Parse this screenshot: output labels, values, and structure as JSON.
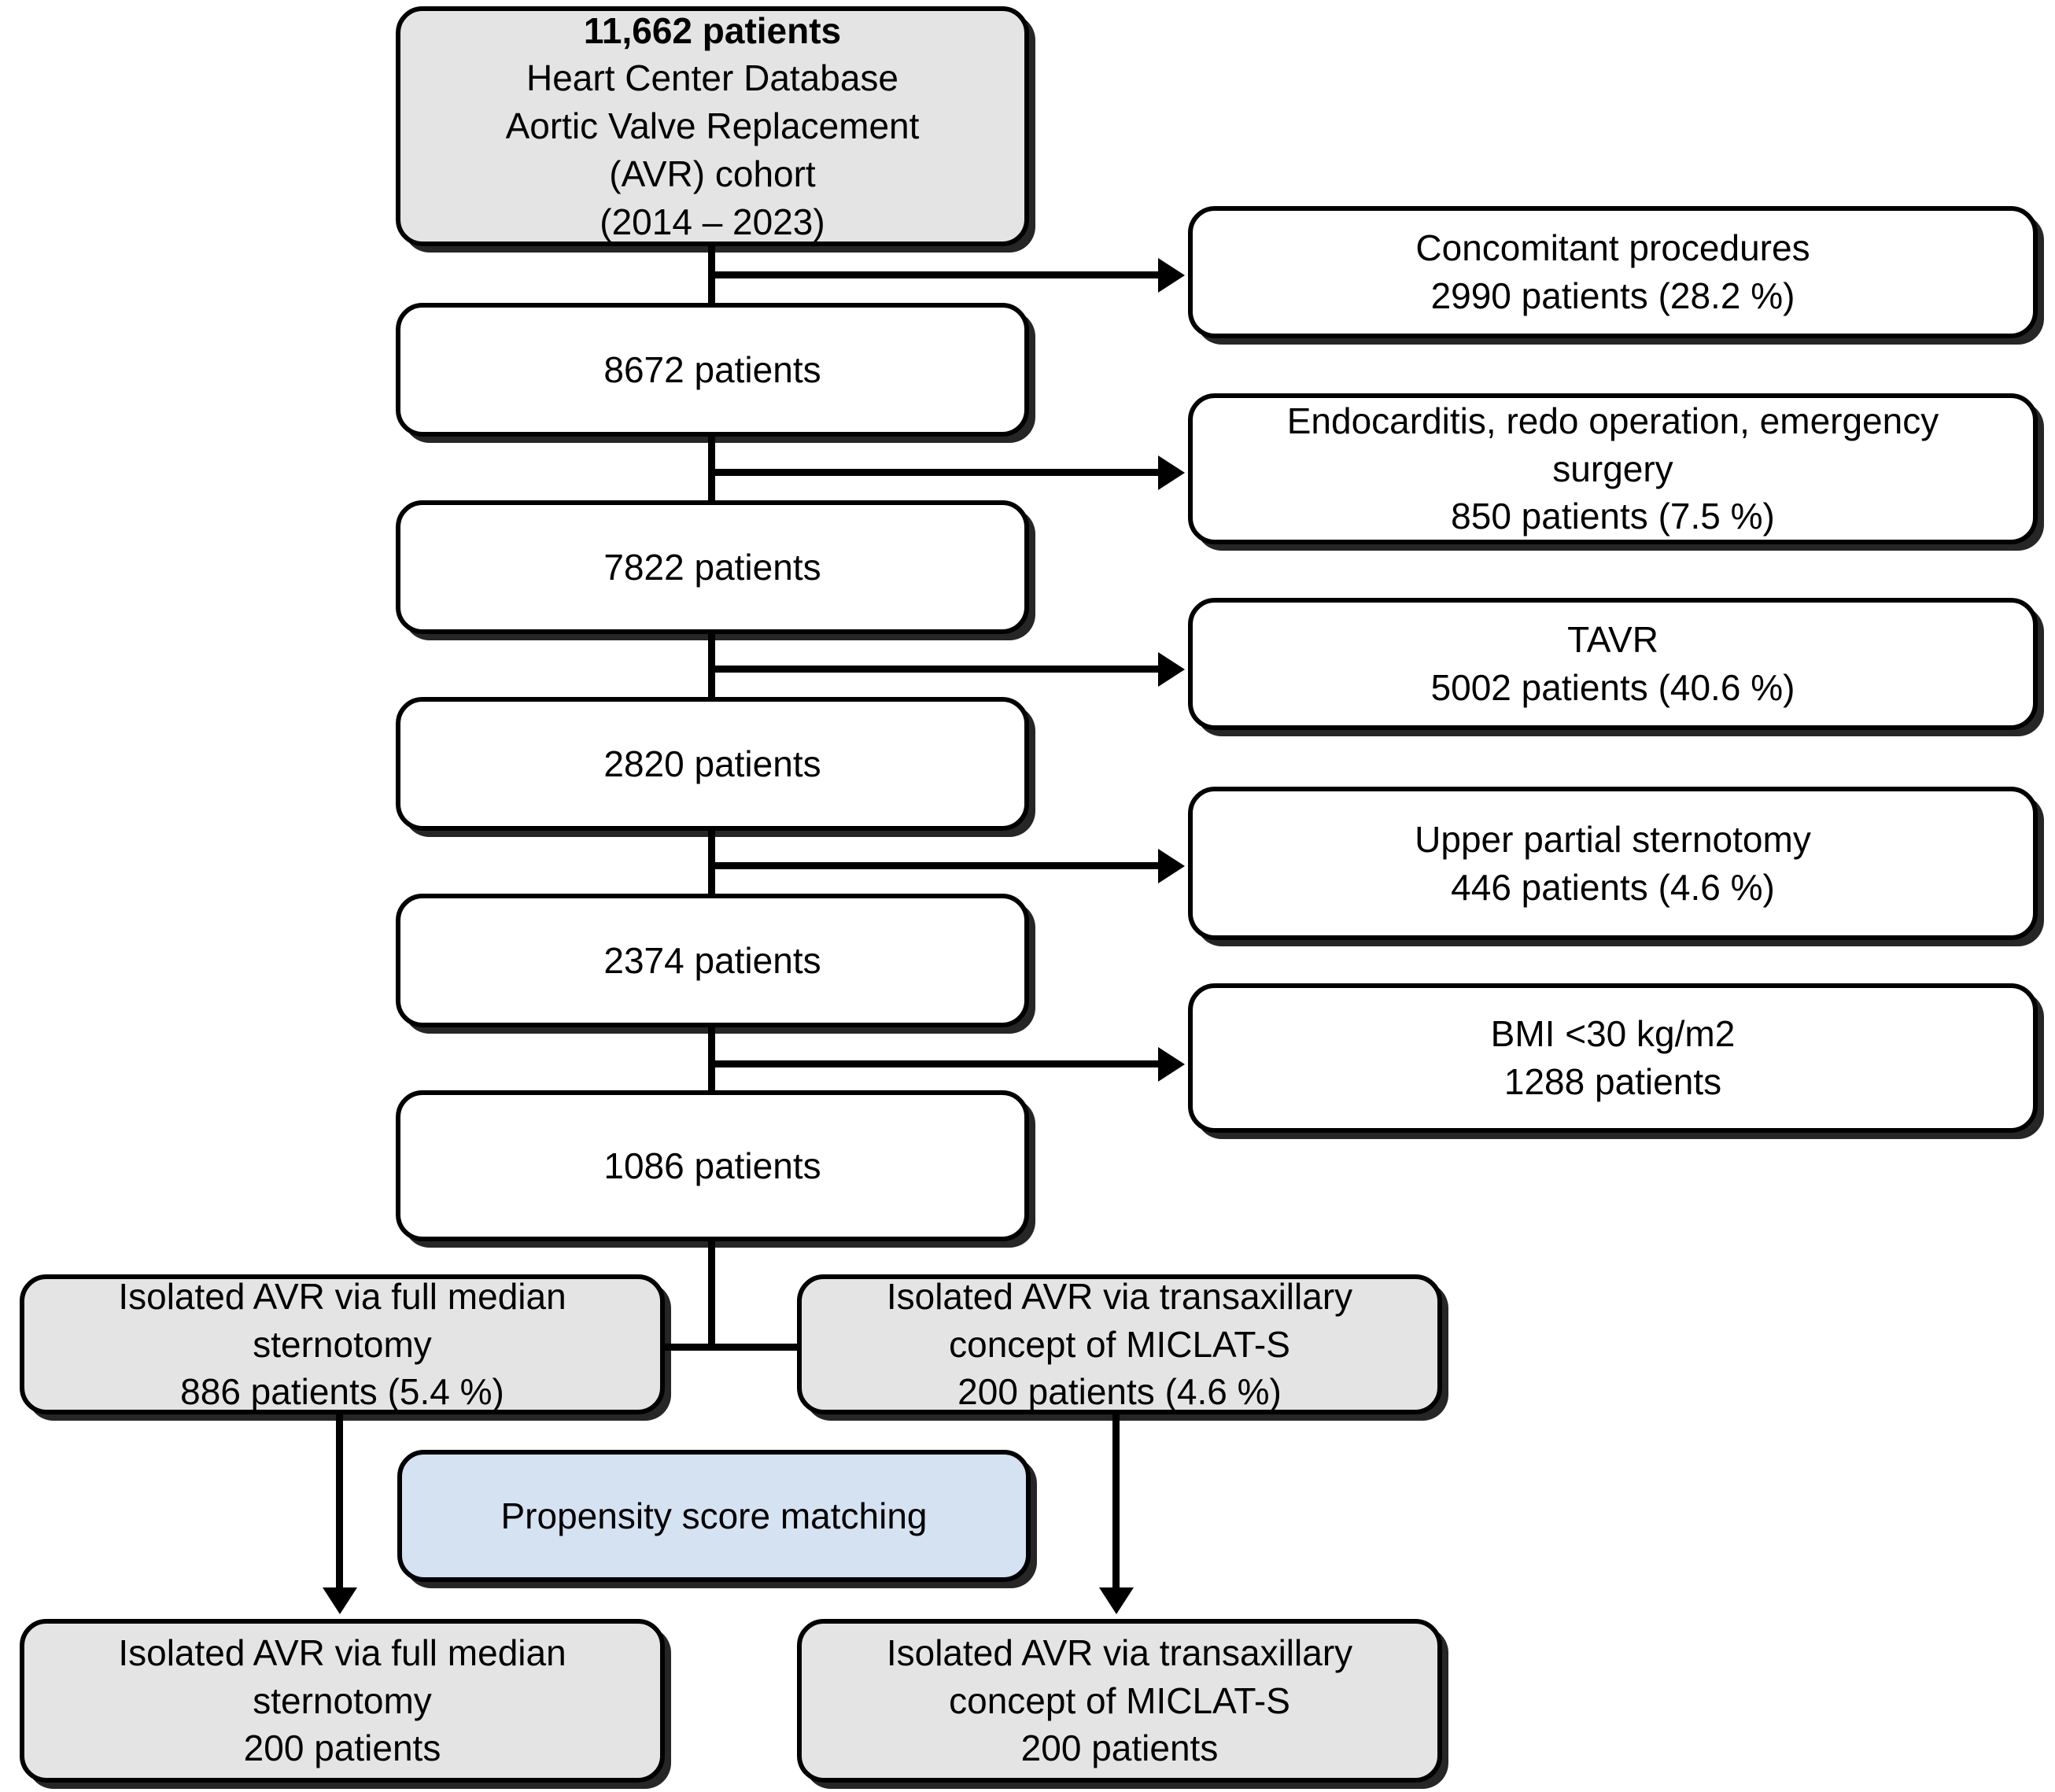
{
  "figure": {
    "type": "flowchart",
    "title": "Patient selection flow diagram",
    "colors": {
      "shaded_box": "#e4e4e4",
      "highlight_box": "#d4e2f2",
      "plain_box": "#ffffff",
      "outline": "#000000"
    }
  },
  "cohort_boxes": [
    {
      "id": "source-cohort",
      "line1": "11,662 patients",
      "line2": "Heart Center Database",
      "line3": "Aortic Valve Replacement",
      "line4": "(AVR) cohort",
      "line5": "(2014 – 2023)",
      "style": "shaded"
    },
    {
      "id": "after-concomitant",
      "line1": "8672 patients",
      "style": "plain"
    },
    {
      "id": "after-endocarditis",
      "line1": "7822 patients",
      "style": "plain"
    },
    {
      "id": "after-tavr",
      "line1": "2820 patients",
      "style": "plain"
    },
    {
      "id": "after-upper-partial-sternotomy",
      "line1": "2374 patients",
      "style": "plain"
    },
    {
      "id": "after-bmi",
      "line1": "1086 patients",
      "style": "plain"
    }
  ],
  "exclusion_boxes": [
    {
      "id": "excl-concomitant",
      "line1": "Concomitant procedures",
      "line2": "2990 patients (28.2 %)",
      "count": 2990,
      "percent": "28.2 %"
    },
    {
      "id": "excl-endocarditis",
      "line1": "Endocarditis, redo operation, emergency",
      "line2": "surgery",
      "line3": "850 patients (7.5 %)",
      "count": 850,
      "percent": "7.5 %"
    },
    {
      "id": "excl-tavr",
      "line1": "TAVR",
      "line2": "5002 patients (40.6 %)",
      "count": 5002,
      "percent": "40.6 %"
    },
    {
      "id": "excl-upper-partial-sternotomy",
      "line1": "Upper partial sternotomy",
      "line2": "446 patients (4.6 %)",
      "count": 446,
      "percent": "4.6 %"
    },
    {
      "id": "excl-bmi",
      "line1": "BMI <30 kg/m2",
      "line2": "1288 patients",
      "count": 1288,
      "percent": ""
    }
  ],
  "split_boxes": [
    {
      "id": "group-sternotomy-pre",
      "line1": "Isolated AVR via full median",
      "line2": "sternotomy",
      "line3": "886 patients (5.4 %)",
      "count": 886,
      "percent": "5.4 %"
    },
    {
      "id": "group-miclat-pre",
      "line1": "Isolated AVR via transaxillary",
      "line2": "concept of MICLAT-S",
      "line3": "200 patients (4.6 %)",
      "count": 200,
      "percent": "4.6 %"
    }
  ],
  "matching_box": {
    "id": "propensity-score-matching",
    "label": "Propensity score matching"
  },
  "matched_boxes": [
    {
      "id": "group-sternotomy-matched",
      "line1": "Isolated AVR via full median",
      "line2": "sternotomy",
      "line3": "200 patients",
      "count": 200
    },
    {
      "id": "group-miclat-matched",
      "line1": "Isolated AVR via transaxillary",
      "line2": "concept of MICLAT-S",
      "line3": "200 patients",
      "count": 200
    }
  ]
}
